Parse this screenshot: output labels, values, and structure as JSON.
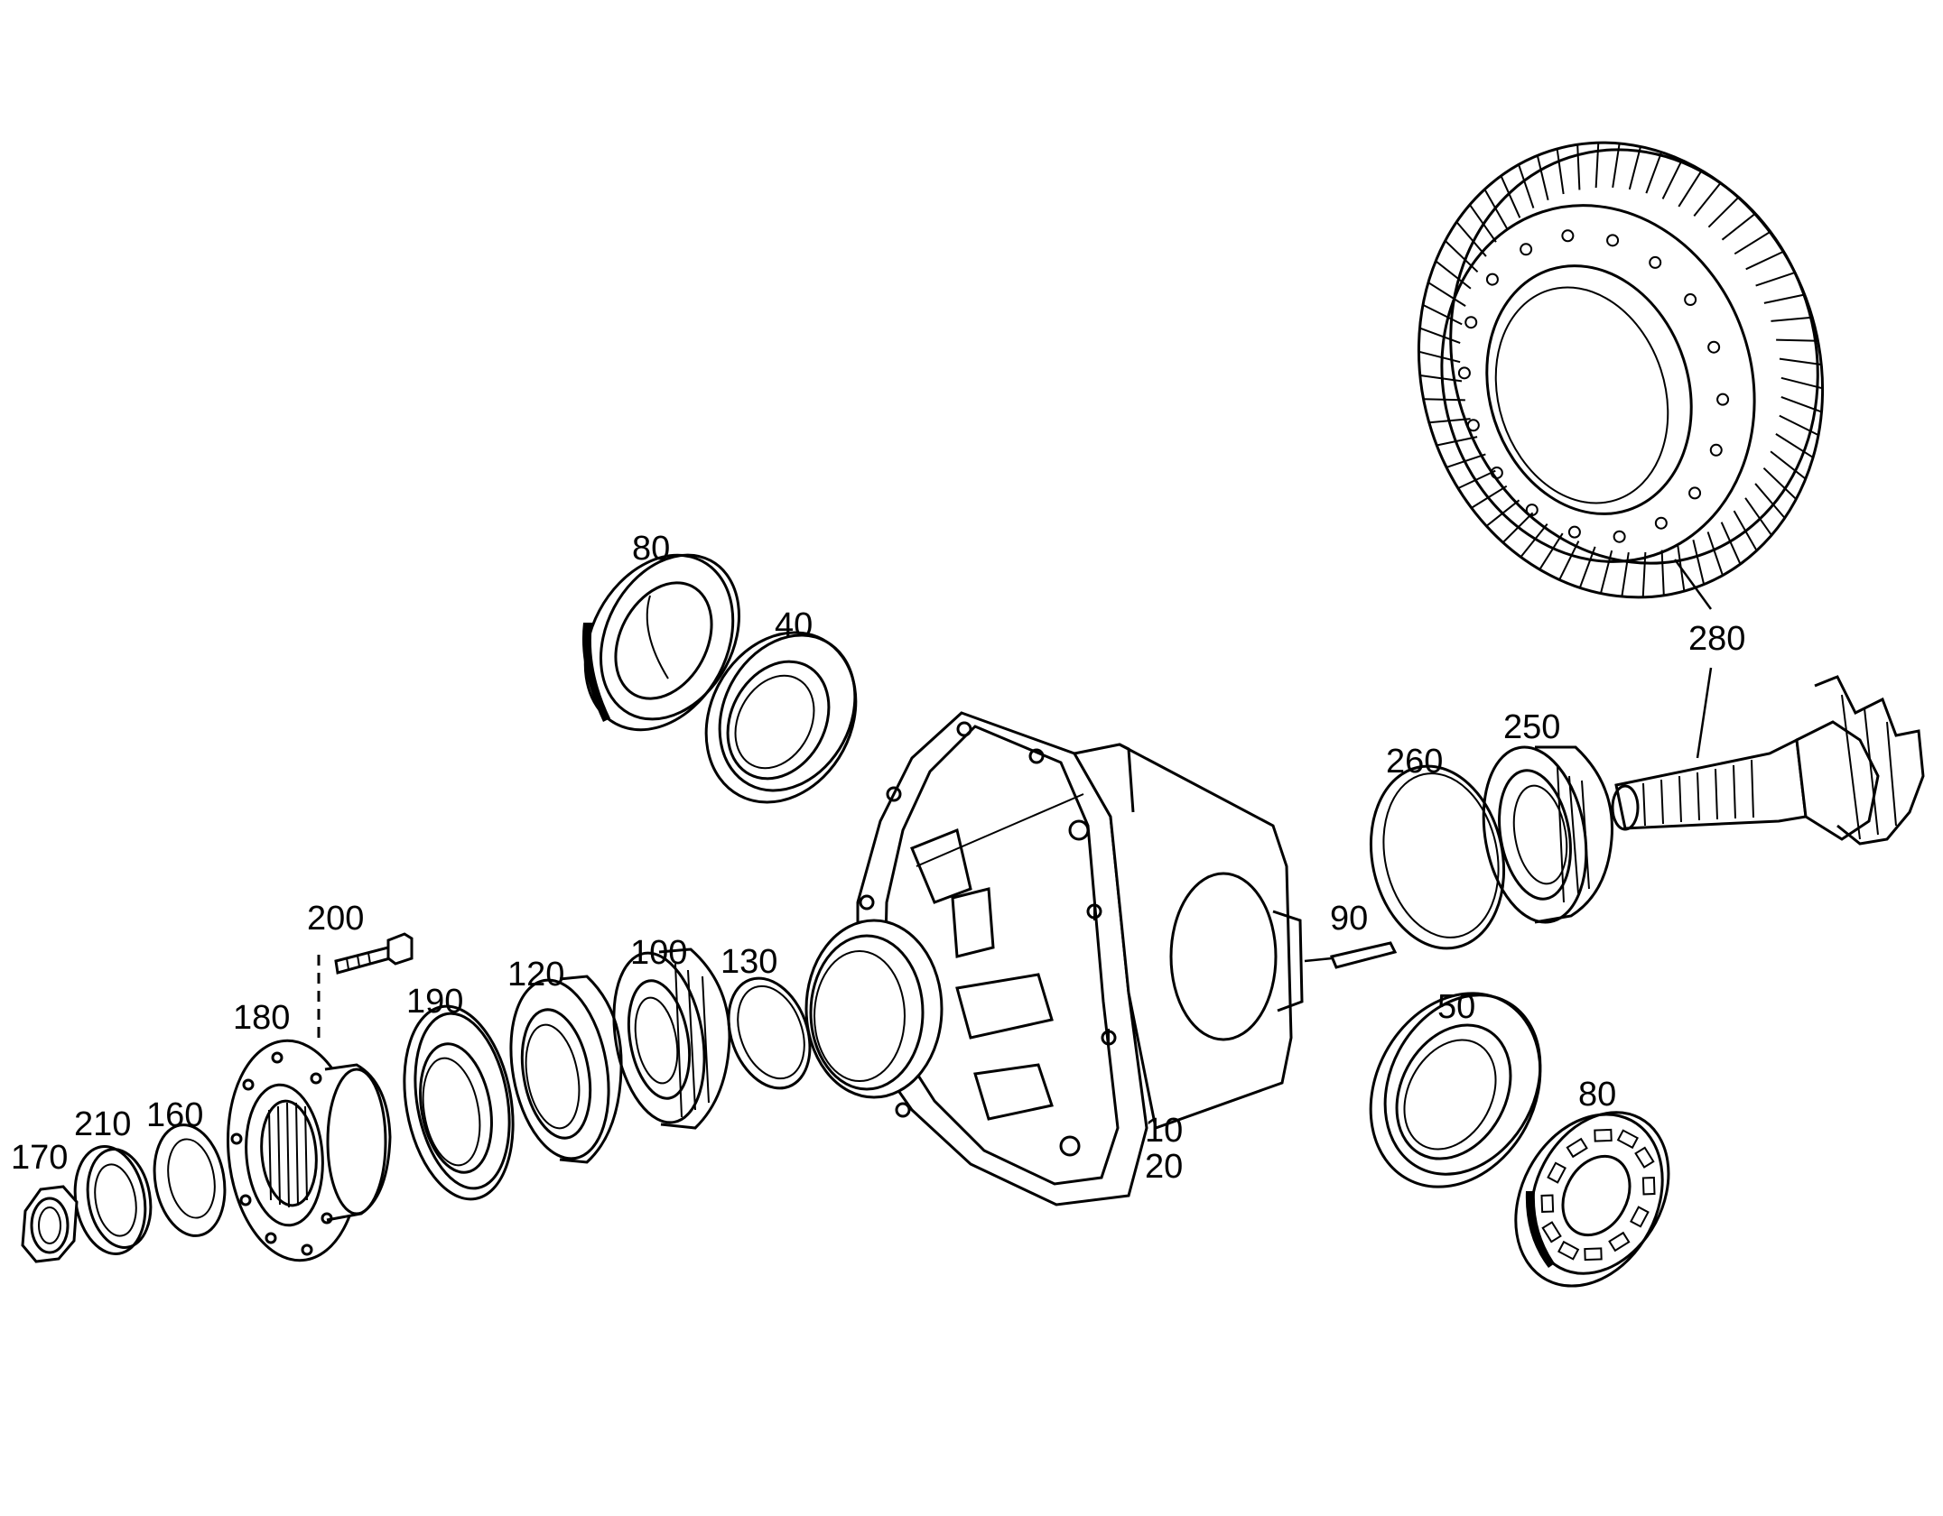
{
  "diagram": {
    "callouts": [
      {
        "id": "c80a",
        "label": "80"
      },
      {
        "id": "c40",
        "label": "40"
      },
      {
        "id": "c280",
        "label": "280"
      },
      {
        "id": "c260",
        "label": "260"
      },
      {
        "id": "c250",
        "label": "250"
      },
      {
        "id": "c90",
        "label": "90"
      },
      {
        "id": "c200",
        "label": "200"
      },
      {
        "id": "c180",
        "label": "180"
      },
      {
        "id": "c190",
        "label": "190"
      },
      {
        "id": "c120",
        "label": "120"
      },
      {
        "id": "c100",
        "label": "100"
      },
      {
        "id": "c130",
        "label": "130"
      },
      {
        "id": "c210",
        "label": "210"
      },
      {
        "id": "c160",
        "label": "160"
      },
      {
        "id": "c170",
        "label": "170"
      },
      {
        "id": "c10",
        "label": "10"
      },
      {
        "id": "c20",
        "label": "20"
      },
      {
        "id": "c50",
        "label": "50"
      },
      {
        "id": "c80b",
        "label": "80"
      }
    ]
  }
}
